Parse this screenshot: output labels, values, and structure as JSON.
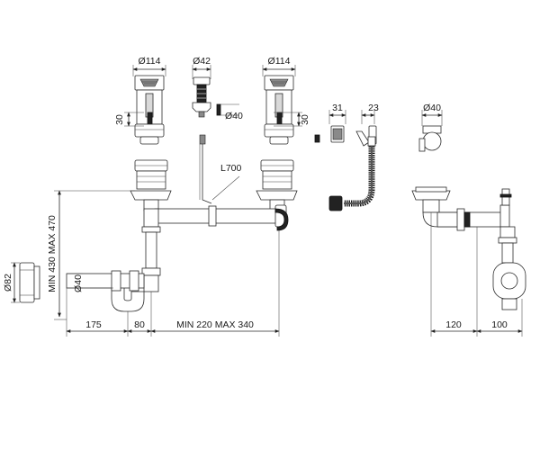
{
  "dimensions": {
    "basket_dia_left": "Ø114",
    "overflow_dia": "Ø42",
    "basket_dia_right": "Ø114",
    "basket_height_left": "30",
    "overflow_outlet_dia": "Ø40",
    "basket_height_right": "30",
    "cable_length": "L700",
    "connector_width": "31",
    "connector_depth": "23",
    "elbow_dia": "Ø40",
    "height_range": "MIN 430 MAX 470",
    "trap_dia": "Ø82",
    "outlet_dia": "Ø40",
    "offset_175": "175",
    "offset_80": "80",
    "spacing_range": "MIN 220 MAX 340",
    "side_120": "120",
    "side_100": "100"
  }
}
